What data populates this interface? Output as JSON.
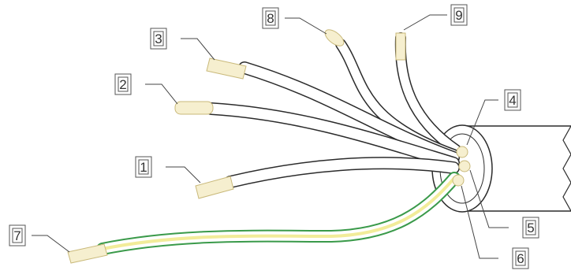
{
  "diagram": {
    "callouts": [
      {
        "id": "label-1",
        "text": "1"
      },
      {
        "id": "label-2",
        "text": "2"
      },
      {
        "id": "label-3",
        "text": "3"
      },
      {
        "id": "label-4",
        "text": "4"
      },
      {
        "id": "label-5",
        "text": "5"
      },
      {
        "id": "label-6",
        "text": "6"
      },
      {
        "id": "label-7",
        "text": "7"
      },
      {
        "id": "label-8",
        "text": "8"
      },
      {
        "id": "label-9",
        "text": "9"
      }
    ],
    "colors": {
      "outline": "#2b2b2b",
      "insulation": "#ffffff",
      "conductor": "#f6efcf",
      "ground_green": "#3a9a4a",
      "ground_yellow": "#f2ec9a"
    }
  }
}
